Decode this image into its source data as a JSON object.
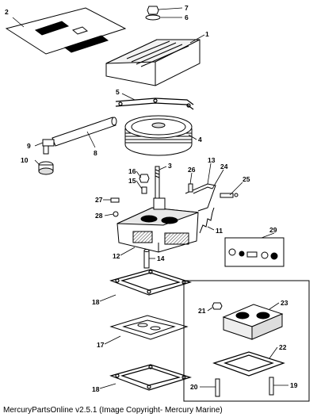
{
  "callouts": {
    "c1": "1",
    "c2": "2",
    "c3": "3",
    "c4": "4",
    "c5": "5",
    "c6": "6",
    "c7": "7",
    "c8": "8",
    "c9": "9",
    "c10": "10",
    "c11": "11",
    "c12": "12",
    "c13": "13",
    "c14": "14",
    "c15": "15",
    "c16": "16",
    "c17": "17",
    "c18a": "18",
    "c18b": "18",
    "c19": "19",
    "c20": "20",
    "c21": "21",
    "c22": "22",
    "c23": "23",
    "c24": "24",
    "c25": "25",
    "c26": "26",
    "c27": "27",
    "c28": "28",
    "c29": "29"
  },
  "footer": "MercuryPartsOnline v2.5.1 (Image Copyright- Mercury Marine)"
}
